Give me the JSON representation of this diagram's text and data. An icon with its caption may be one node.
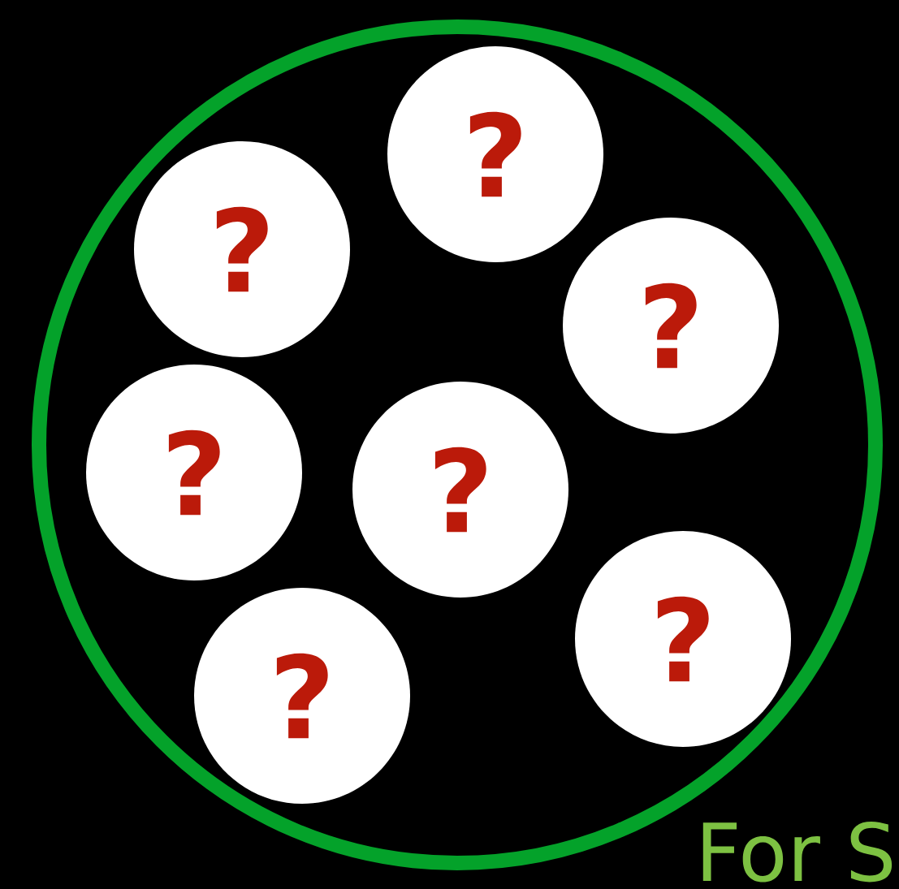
{
  "diagram": {
    "nodes": [
      {
        "text": [],
        "shape": "circle"
      },
      {
        "text": [
          "?"
        ],
        "in": 0
      },
      {
        "text": [
          "?"
        ],
        "in": 0
      },
      {
        "text": [
          "?"
        ],
        "in": 0
      },
      {
        "text": [
          "?"
        ],
        "in": 0
      },
      {
        "text": [
          "?"
        ],
        "in": 0
      },
      {
        "text": [
          "?"
        ],
        "in": 0
      },
      {
        "text": [
          "?"
        ],
        "in": 0
      }
    ],
    "labels": [
      "For S"
    ]
  }
}
